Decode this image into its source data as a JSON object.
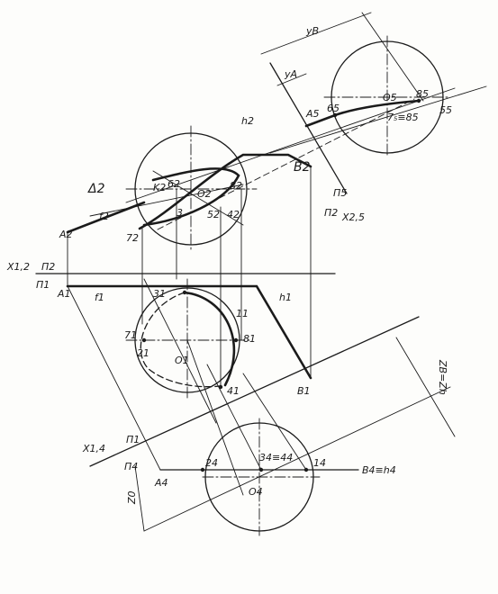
{
  "labels": {
    "yb": "уВ",
    "ya": "уА",
    "a5": "A5",
    "o5": "O5",
    "p6": "65",
    "p75": "7₅≡85",
    "p85": "85",
    "p55": "55",
    "h2": "h2",
    "b2": "B2",
    "pi5": "П5",
    "x25": "X2,5",
    "pi2v": "П2",
    "delta2": "Δ2",
    "k2": "K2",
    "p62": "62",
    "o2": "O2",
    "p82": "82",
    "p52": "52",
    "p42": "42",
    "p32": "3",
    "f2": "f2",
    "a2": "A2",
    "p72": "72",
    "x12": "X1,2",
    "pi2": "П2",
    "pi1": "П1",
    "a1": "A1",
    "f1": "f1",
    "p31": "31",
    "h1": "h1",
    "p11": "11",
    "p71": "71",
    "p81": "81",
    "p21": "21",
    "o1": "O1",
    "p41": "41",
    "b1": "B1",
    "zbzh": "ZB=Zh",
    "x14": "X1,4",
    "pi1b": "П1",
    "pi4": "П4",
    "p24": "24",
    "p34": "34≡44",
    "p14": "14",
    "b4": "B4≡h4",
    "z0": "Z0",
    "a4": "A4",
    "o4": "O4"
  },
  "colors": {
    "ink": "#1b1b1b",
    "paper": "#fdfdfb"
  }
}
